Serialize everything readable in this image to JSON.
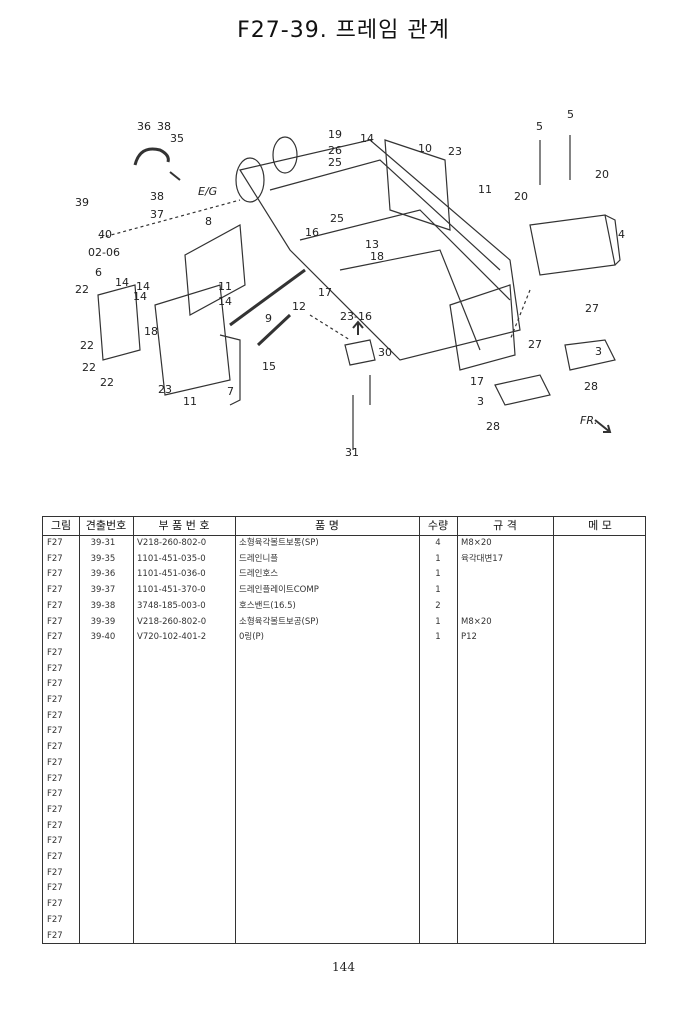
{
  "title": "F27-39. 프레임 관계",
  "page_number": "144",
  "diagram": {
    "callouts": [
      "36",
      "38",
      "35",
      "19",
      "26",
      "25",
      "14",
      "10",
      "23",
      "11",
      "5",
      "5",
      "20",
      "20",
      "39",
      "38",
      "37",
      "40",
      "02-06",
      "8",
      "25",
      "16",
      "13",
      "18",
      "4",
      "6",
      "14",
      "14",
      "22",
      "11",
      "12",
      "17",
      "22",
      "18",
      "14",
      "9",
      "23-16",
      "27",
      "27",
      "22",
      "22",
      "23",
      "11",
      "7",
      "15",
      "30",
      "17",
      "3",
      "28",
      "3",
      "28",
      "31"
    ],
    "label_eg": "E/G",
    "label_fr": "FR."
  },
  "table": {
    "headers": [
      "그림",
      "견출번호",
      "부 품 번 호",
      "품                명",
      "수량",
      "규      격",
      "메     모"
    ],
    "rows": [
      {
        "fig": "F27",
        "key": "39-31",
        "part": "V218-260-802-0",
        "name": "소형육각볼트보통(SP)",
        "qty": "4",
        "spec": "M8×20"
      },
      {
        "fig": "F27",
        "key": "39-35",
        "part": "1101-451-035-0",
        "name": "드레인니플",
        "qty": "1",
        "spec": "육각대변17"
      },
      {
        "fig": "F27",
        "key": "39-36",
        "part": "1101-451-036-0",
        "name": "드레인호스",
        "qty": "1",
        "spec": ""
      },
      {
        "fig": "F27",
        "key": "39-37",
        "part": "1101-451-370-0",
        "name": "드레인플레이트COMP",
        "qty": "1",
        "spec": ""
      },
      {
        "fig": "F27",
        "key": "39-38",
        "part": "3748-185-003-0",
        "name": "호스밴드(16.5)",
        "qty": "2",
        "spec": ""
      },
      {
        "fig": "F27",
        "key": "39-39",
        "part": "V218-260-802-0",
        "name": "소형육각볼트보공(SP)",
        "qty": "1",
        "spec": "M8×20"
      },
      {
        "fig": "F27",
        "key": "39-40",
        "part": "V720-102-401-2",
        "name": "0링(P)",
        "qty": "1",
        "spec": "P12"
      },
      {
        "fig": "F27",
        "key": "",
        "part": "",
        "name": "",
        "qty": "",
        "spec": ""
      },
      {
        "fig": "F27",
        "key": "",
        "part": "",
        "name": "",
        "qty": "",
        "spec": ""
      },
      {
        "fig": "F27",
        "key": "",
        "part": "",
        "name": "",
        "qty": "",
        "spec": ""
      },
      {
        "fig": "F27",
        "key": "",
        "part": "",
        "name": "",
        "qty": "",
        "spec": ""
      },
      {
        "fig": "F27",
        "key": "",
        "part": "",
        "name": "",
        "qty": "",
        "spec": ""
      },
      {
        "fig": "F27",
        "key": "",
        "part": "",
        "name": "",
        "qty": "",
        "spec": ""
      },
      {
        "fig": "F27",
        "key": "",
        "part": "",
        "name": "",
        "qty": "",
        "spec": ""
      },
      {
        "fig": "F27",
        "key": "",
        "part": "",
        "name": "",
        "qty": "",
        "spec": ""
      },
      {
        "fig": "F27",
        "key": "",
        "part": "",
        "name": "",
        "qty": "",
        "spec": ""
      },
      {
        "fig": "F27",
        "key": "",
        "part": "",
        "name": "",
        "qty": "",
        "spec": ""
      },
      {
        "fig": "F27",
        "key": "",
        "part": "",
        "name": "",
        "qty": "",
        "spec": ""
      },
      {
        "fig": "F27",
        "key": "",
        "part": "",
        "name": "",
        "qty": "",
        "spec": ""
      },
      {
        "fig": "F27",
        "key": "",
        "part": "",
        "name": "",
        "qty": "",
        "spec": ""
      },
      {
        "fig": "F27",
        "key": "",
        "part": "",
        "name": "",
        "qty": "",
        "spec": ""
      },
      {
        "fig": "F27",
        "key": "",
        "part": "",
        "name": "",
        "qty": "",
        "spec": ""
      },
      {
        "fig": "F27",
        "key": "",
        "part": "",
        "name": "",
        "qty": "",
        "spec": ""
      },
      {
        "fig": "F27",
        "key": "",
        "part": "",
        "name": "",
        "qty": "",
        "spec": ""
      },
      {
        "fig": "F27",
        "key": "",
        "part": "",
        "name": "",
        "qty": "",
        "spec": ""
      },
      {
        "fig": "F27",
        "key": "",
        "part": "",
        "name": "",
        "qty": "",
        "spec": ""
      }
    ]
  }
}
